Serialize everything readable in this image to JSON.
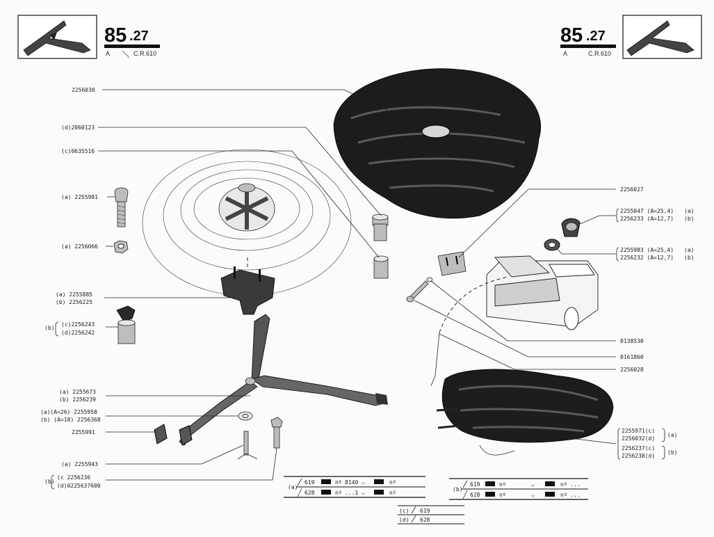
{
  "header_left": {
    "num_main": "85",
    "num_sub": ".27",
    "code_a": "A",
    "code_cr": "C.R.610"
  },
  "header_right": {
    "num_main": "85",
    "num_sub": ".27",
    "code_a": "A",
    "code_cr": "C.R.610"
  },
  "parts": {
    "p2256030": "2256030",
    "p2060123": "(d)2060123",
    "p0635516": "(c)0635516",
    "p2255981": "(a) 2255981",
    "p2256066": "(a) 2256066",
    "p2255885_a": "(a) 2255885",
    "p2256225_b": "(b) 2256225",
    "p2256243_b": "(b)",
    "p2256243_c": "(c)2256243",
    "p2256242_d": "(d)2256242",
    "p2255673_a": "(a) 2255673",
    "p2256239_b": "(b) 2256239",
    "p2255958_a": "(a)(A=26) 2255958",
    "p2256368_b": "(b) (A=18) 2256368",
    "p2255991": "2255991",
    "p2255943_a": "(a) 2255943",
    "p2256236_b": "(b)",
    "p2256236_c": "(c   2256236",
    "p0225637600_d": "(d)0225637600",
    "p2256027": "2256027",
    "p2255047": "2255047 (A=25,4)",
    "p2256233": "2256233 (A=12,7)",
    "p2255047_tag": "(a)",
    "p2256233_tag": "(b)",
    "p2255983": "2255983 (A=25,4)",
    "p2256232": "2256232 (A=12,7)",
    "p2255983_tag": "(a)",
    "p2256232_tag": "(b)",
    "p0138530": "0138530",
    "p0161860": "0161860",
    "p2256028": "2256028",
    "p2255971": "2255971(c)",
    "p2256032": "2256032(d)",
    "p2256237": "2256237(c)",
    "p2256238": "2256238(d)",
    "p_bag_a": "(a)",
    "p_bag_b": "(b)"
  },
  "table_a": {
    "tag": "(a)",
    "row1_model": "619",
    "row1_no": "nº",
    "row1_val": "8140",
    "row1_no2": "nº",
    "row2_model": "628",
    "row2_no": "nº",
    "row2_val": "...1",
    "row2_no2": "nº"
  },
  "table_b": {
    "tag": "(b)",
    "row1_model": "619",
    "row1_no": "nº",
    "row1_no2": "nº ...",
    "row2_model": "628",
    "row2_no": "nº",
    "row2_no2": "nº ..."
  },
  "table_cd": {
    "c_tag": "(c)",
    "c_val": "619",
    "d_tag": "(d)",
    "d_val": "628"
  }
}
